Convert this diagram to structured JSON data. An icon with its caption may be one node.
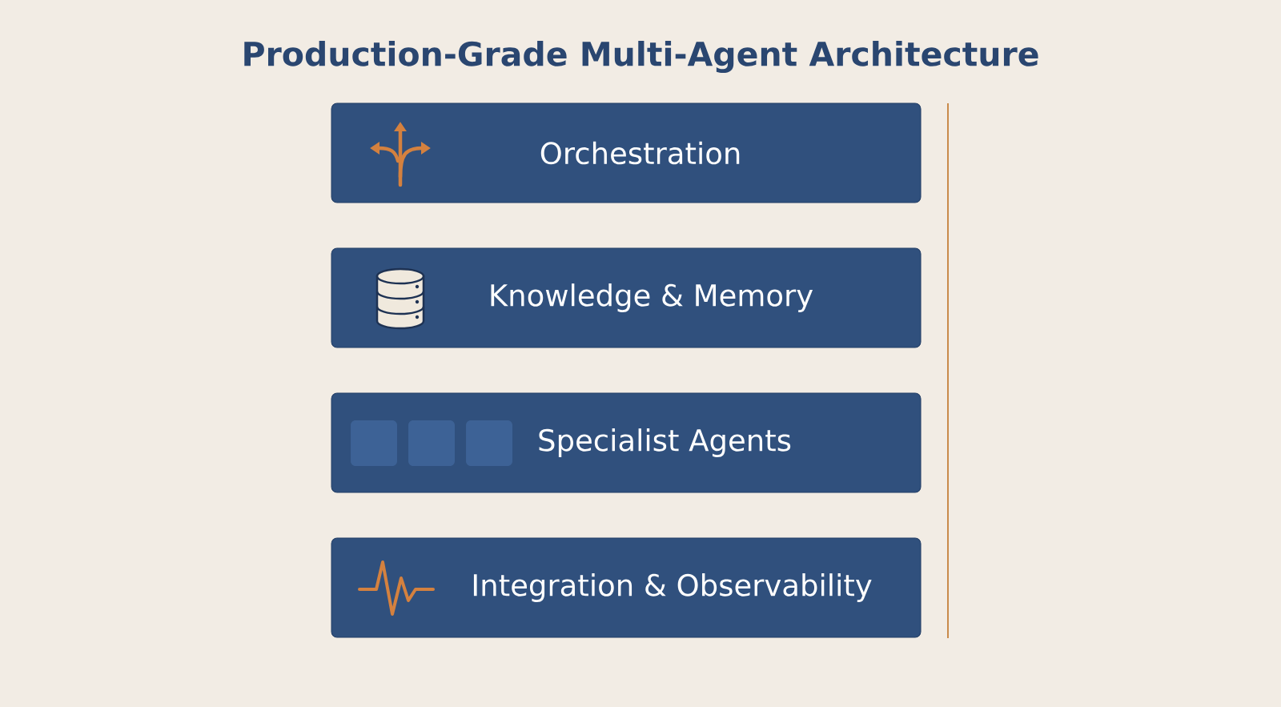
{
  "diagram": {
    "title": "Production-Grade Multi-Agent Architecture",
    "nodes": [
      {
        "text": [
          "Orchestration"
        ]
      },
      {
        "text": [
          "Knowledge & Memory"
        ]
      },
      {
        "text": [
          "Specialist Agents"
        ]
      },
      {
        "text": [
          "Integration & Observability"
        ]
      }
    ]
  }
}
